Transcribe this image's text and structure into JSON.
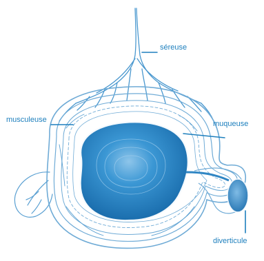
{
  "labels": {
    "sereuse": "séreuse",
    "musculeuse": "musculeuse",
    "muqueuse": "muqueuse",
    "diverticule": "diverticule"
  },
  "colors": {
    "ink": "#1d7fbd",
    "lumen": "#2f8fcf",
    "lumen_dark": "#1a6fae",
    "wall": "#7fb6dc",
    "background": "#ffffff"
  }
}
